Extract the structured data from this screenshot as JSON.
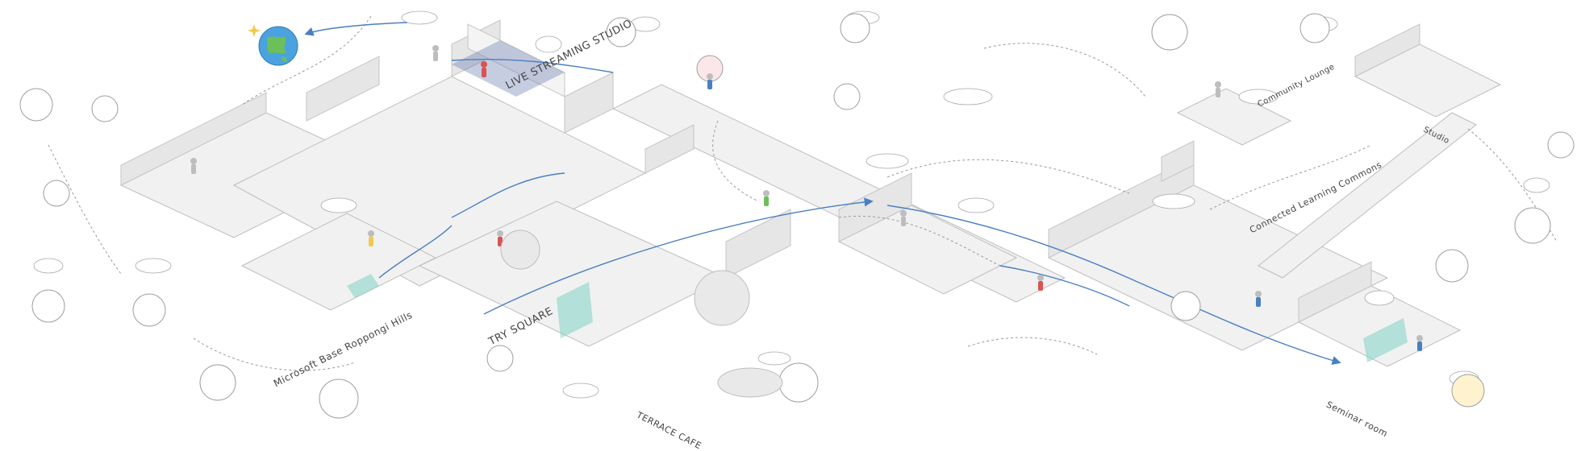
{
  "colors": {
    "ink": "#9a9a9a",
    "floor": "#eeeeee",
    "wall": "#e2e2e2",
    "accent_blue": "#4a7fc1",
    "accent_teal": "#7fd1c4",
    "accent_red": "#d9534f",
    "globe_blue": "#4aa3df",
    "globe_green": "#6cbf5a"
  },
  "zones": [
    {
      "id": "live-streaming-studio",
      "label": "LIVE STREAMING STUDIO"
    },
    {
      "id": "try-square",
      "label": "TRY SQUARE"
    },
    {
      "id": "terrace-cafe",
      "label": "TERRACE CAFE"
    },
    {
      "id": "microsoft-base",
      "label": "Microsoft Base Roppongi Hills"
    },
    {
      "id": "seminar-room",
      "label": "Seminar room"
    },
    {
      "id": "connected-learning",
      "label": "Connected Learning Commons"
    },
    {
      "id": "community-lounge",
      "label": "Community Lounge"
    },
    {
      "id": "studio",
      "label": "Studio"
    }
  ],
  "icons": [
    {
      "id": "globe",
      "name": "globe-icon"
    }
  ]
}
